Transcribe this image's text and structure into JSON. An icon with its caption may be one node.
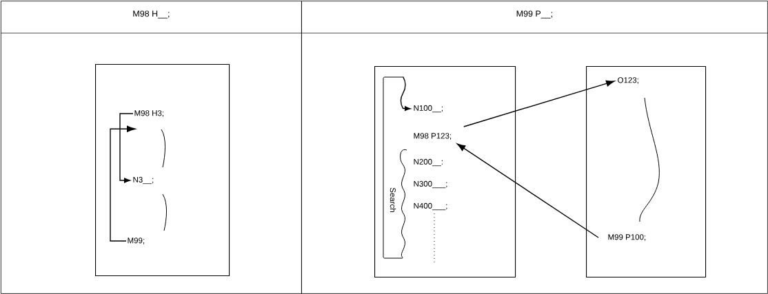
{
  "diagram": {
    "nodes": [
      {
        "text": [
          "M98 H__;"
        ]
      },
      {
        "text": [],
        "shape": "box",
        "in": 0
      },
      {
        "text": [
          "M98 H3;"
        ],
        "in": 1
      },
      {
        "text": [
          "N3__;"
        ],
        "in": 1
      },
      {
        "text": [
          "M99;"
        ],
        "in": 1
      },
      {
        "text": [
          "M99 P__;"
        ]
      },
      {
        "text": [],
        "shape": "box",
        "in": 5
      },
      {
        "text": [
          "Search"
        ],
        "in": 6
      },
      {
        "text": [
          "N100__;"
        ],
        "in": 6
      },
      {
        "text": [
          "M98 P123;"
        ],
        "in": 6
      },
      {
        "text": [
          "N200__:"
        ],
        "in": 6
      },
      {
        "text": [
          "N300___;"
        ],
        "in": 6
      },
      {
        "text": [
          "N400___;"
        ],
        "in": 6
      },
      {
        "text": [],
        "shape": "box",
        "in": 5
      },
      {
        "text": [
          "O123;"
        ],
        "in": 13
      },
      {
        "text": [
          "M99 P100;"
        ],
        "in": 13
      }
    ],
    "edges": [
      {
        "from": 2,
        "to": 3,
        "arrow": "to"
      },
      {
        "from": 4,
        "to": 2,
        "arrow": "to"
      },
      {
        "from": 7,
        "to": 8,
        "arrow": "to"
      },
      {
        "from": 9,
        "to": 14,
        "arrow": "to"
      },
      {
        "from": 15,
        "to": 9,
        "arrow": "to"
      }
    ]
  }
}
